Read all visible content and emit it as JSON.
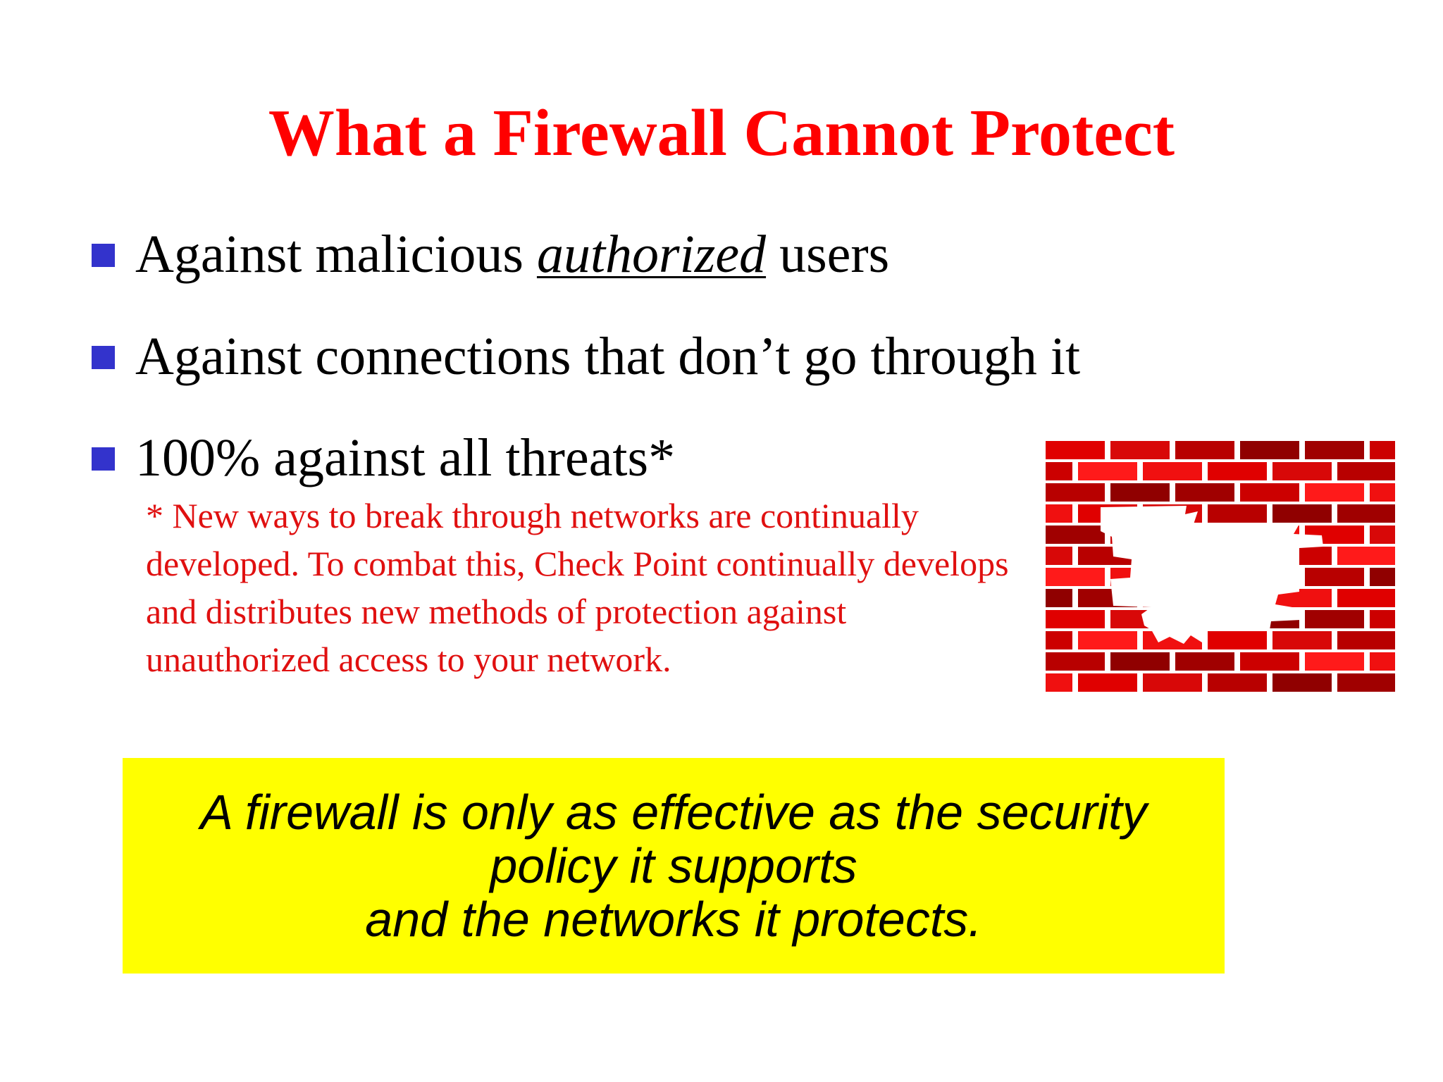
{
  "slide": {
    "title": "What a Firewall Cannot Protect",
    "bullets": [
      {
        "prefix": "Against malicious ",
        "emphasis": "authorized",
        "suffix": " users"
      },
      {
        "text": "Against connections that don’t go through it"
      },
      {
        "text": "100% against all threats*"
      }
    ],
    "footnote": "* New ways to break through networks are continually developed. To combat this, Check Point continually develops and distributes new methods of protection against unauthorized access to your network.",
    "highlight": {
      "line1": "A firewall is only as effective as the security",
      "line2": "policy it supports",
      "line3": "and the networks it protects."
    },
    "colors": {
      "title": "#ff0000",
      "bullet_marker": "#3333cc",
      "footnote": "#e01010",
      "highlight_bg": "#ffff00",
      "brick": "#e00000",
      "brick_dark": "#a80000"
    },
    "image": "broken-brick-wall-icon"
  }
}
